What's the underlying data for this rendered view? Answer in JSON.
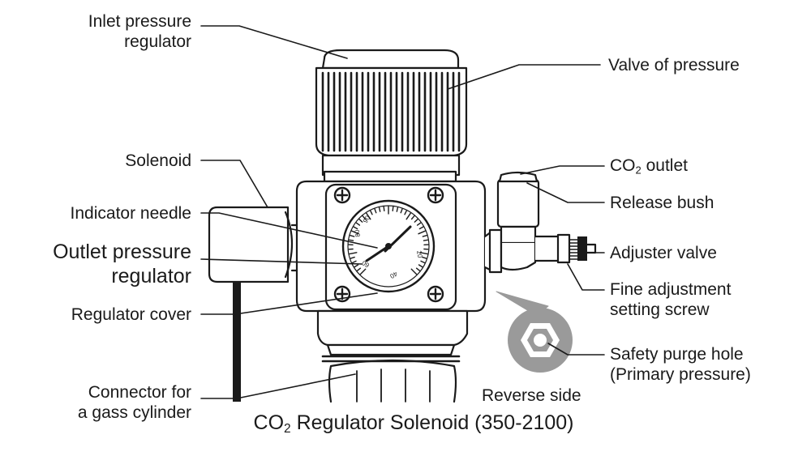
{
  "labels": {
    "inlet_regulator_1": "Inlet pressure",
    "inlet_regulator_2": "regulator",
    "valve_of_pressure": "Valve of pressure",
    "solenoid": "Solenoid",
    "co2_outlet_prefix": "CO",
    "co2_outlet_sub": "2",
    "co2_outlet_suffix": " outlet",
    "release_bush": "Release bush",
    "indicator_needle": "Indicator needle",
    "outlet_regulator_1": "Outlet pressure",
    "outlet_regulator_2": "regulator",
    "adjuster_valve": "Adjuster valve",
    "fine_adjustment_1": "Fine adjustment",
    "fine_adjustment_2": "setting screw",
    "regulator_cover": "Regulator cover",
    "safety_purge_1": "Safety purge hole",
    "safety_purge_2": "(Primary pressure)",
    "connector_1": "Connector for",
    "connector_2": "a gass cylinder",
    "reverse_side": "Reverse side"
  },
  "title": {
    "prefix": "CO",
    "sub": "2",
    "suffix": " Regulator Solenoid (350-2100)"
  },
  "gauge": {
    "tick_labels": [
      "20",
      "40",
      "60",
      "80",
      "90"
    ]
  },
  "colors": {
    "line": "#1a1a1a",
    "hex_fill": "#9a9a9a",
    "text": "#1a1a1a"
  }
}
